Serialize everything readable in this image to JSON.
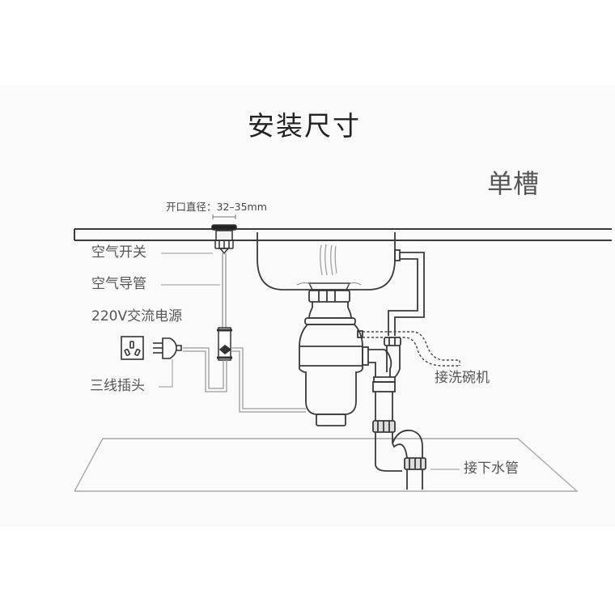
{
  "diagram": {
    "title": "安装尺寸",
    "sink_type": "单槽",
    "opening_dimension": "开口直径：32–35mm",
    "labels": {
      "air_switch": "空气开关",
      "air_tube": "空气导管",
      "power": "220V交流电源",
      "plug": "三线插头",
      "dishwasher": "接洗碗机",
      "drain": "接下水管"
    },
    "colors": {
      "line": "#3a3a3a",
      "light_line": "#9a9a9a",
      "background_panel": "#fafafa",
      "text": "#555555"
    }
  }
}
